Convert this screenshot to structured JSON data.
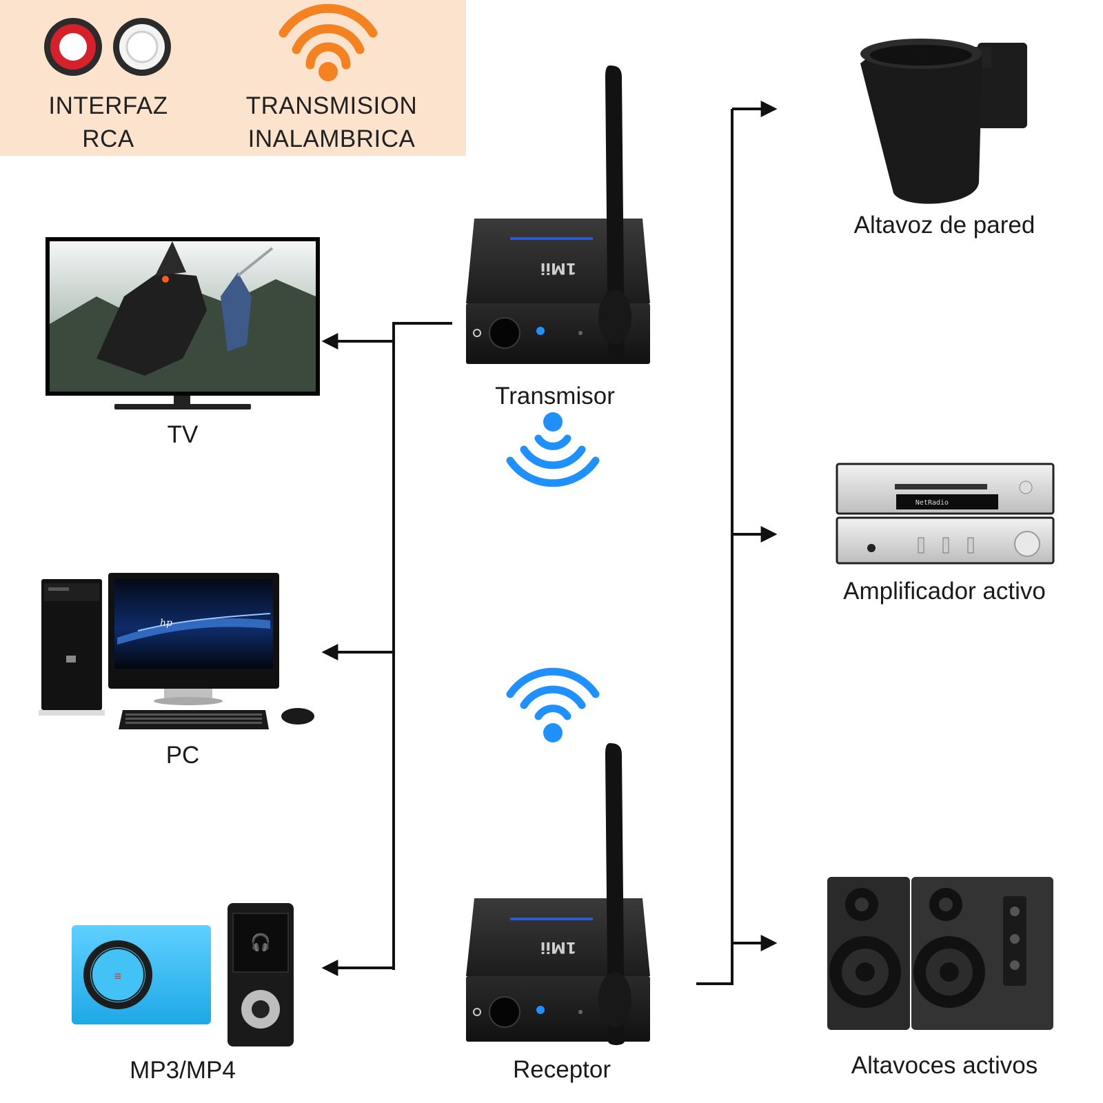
{
  "legend": {
    "rca_label_line1": "INTERFAZ",
    "rca_label_line2": "RCA",
    "wireless_label_line1": "TRANSMISION",
    "wireless_label_line2": "INALAMBRICA",
    "rca_icon": "rca-connectors-icon",
    "wireless_icon": "wifi-icon",
    "colors": {
      "panel": "#fbe3cd",
      "wifi": "#f58220",
      "rca_red": "#d6202a"
    }
  },
  "center": {
    "transmitter_label": "Transmisor",
    "receiver_label": "Receptor",
    "signal_color": "#1e90ff"
  },
  "sources": [
    {
      "id": "tv",
      "label": "TV"
    },
    {
      "id": "pc",
      "label": "PC"
    },
    {
      "id": "mp3",
      "label": "MP3/MP4"
    }
  ],
  "outputs": [
    {
      "id": "wall-speaker",
      "label": "Altavoz de pared"
    },
    {
      "id": "amplifier",
      "label": "Amplificador activo"
    },
    {
      "id": "active-speakers",
      "label": "Altavoces activos"
    }
  ],
  "device_markings": {
    "transmitter_brand": "1Mii",
    "receiver_brand": "1Mii",
    "amp_display": "NetRadio"
  }
}
